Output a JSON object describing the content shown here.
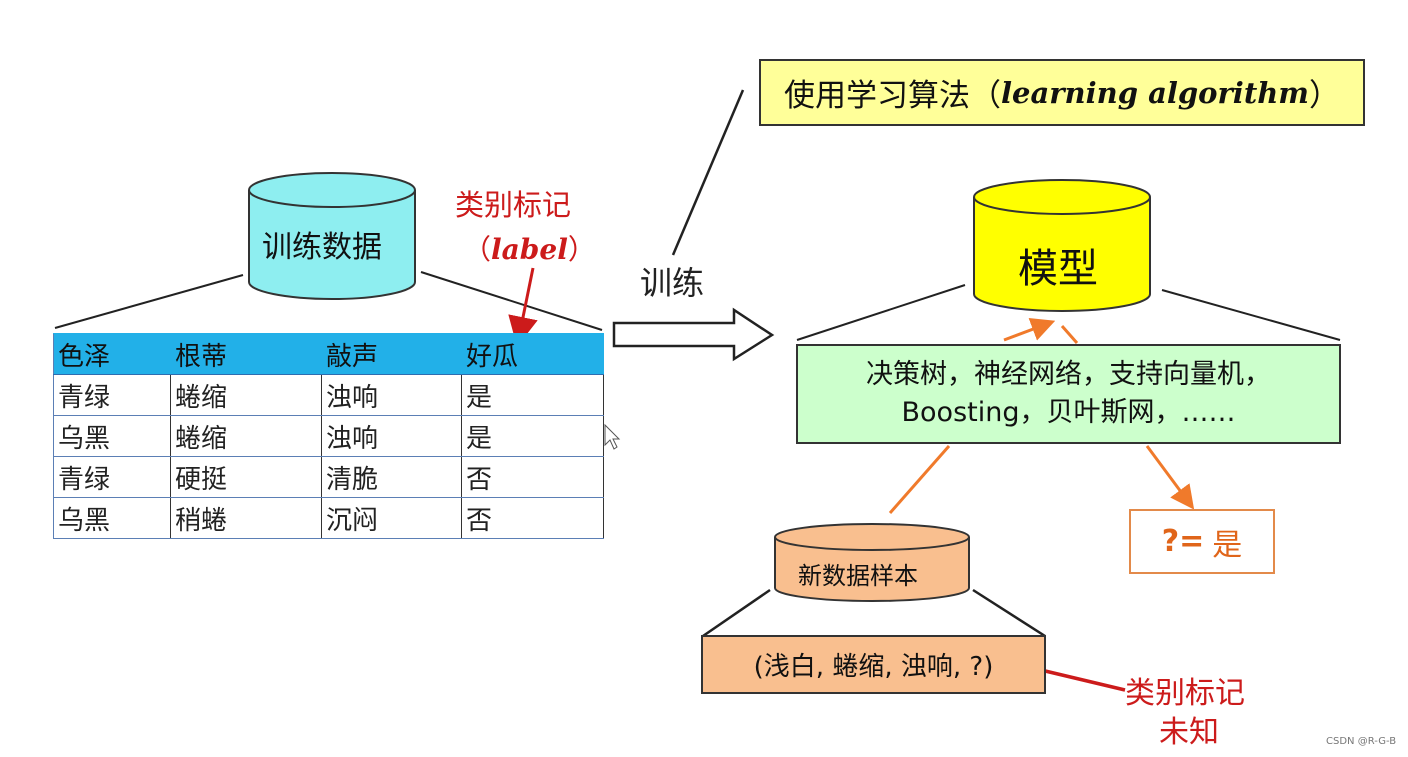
{
  "training_data": {
    "label": "训练数据"
  },
  "label_note": {
    "line1": "类别标记",
    "line2_prefix": "（",
    "line2_word": "label",
    "line2_suffix": "）"
  },
  "table": {
    "headers": [
      "色泽",
      "根蒂",
      "敲声",
      "好瓜"
    ],
    "rows": [
      [
        "青绿",
        "蜷缩",
        "浊响",
        "是"
      ],
      [
        "乌黑",
        "蜷缩",
        "浊响",
        "是"
      ],
      [
        "青绿",
        "硬挺",
        "清脆",
        "否"
      ],
      [
        "乌黑",
        "稍蜷",
        "沉闷",
        "否"
      ]
    ]
  },
  "train_arrow_label": "训练",
  "algorithm_box": {
    "prefix": "使用学习算法（",
    "term": "learning algorithm",
    "suffix": "）"
  },
  "model": {
    "label": "模型"
  },
  "algorithms_list": {
    "line1": "决策树，神经网络，支持向量机，",
    "line2": "Boosting，贝叶斯网，……"
  },
  "new_sample": {
    "label": "新数据样本",
    "values": "(浅白, 蜷缩, 浊响, ?)"
  },
  "prediction": {
    "prefix": "?=",
    "value": "是"
  },
  "unknown_note": {
    "line1": "类别标记",
    "line2": "未知"
  },
  "watermark": "CSDN @R-G-B",
  "colors": {
    "training_cylinder": "#8eeef0",
    "model_cylinder": "#ffff00",
    "algorithm_box": "#ffff99",
    "algorithms_list": "#ccffcc",
    "new_sample": "#f9bf8f",
    "table_header": "#22b0e8",
    "annotation_red": "#cc1b1b",
    "flow_orange": "#f07a2b"
  }
}
